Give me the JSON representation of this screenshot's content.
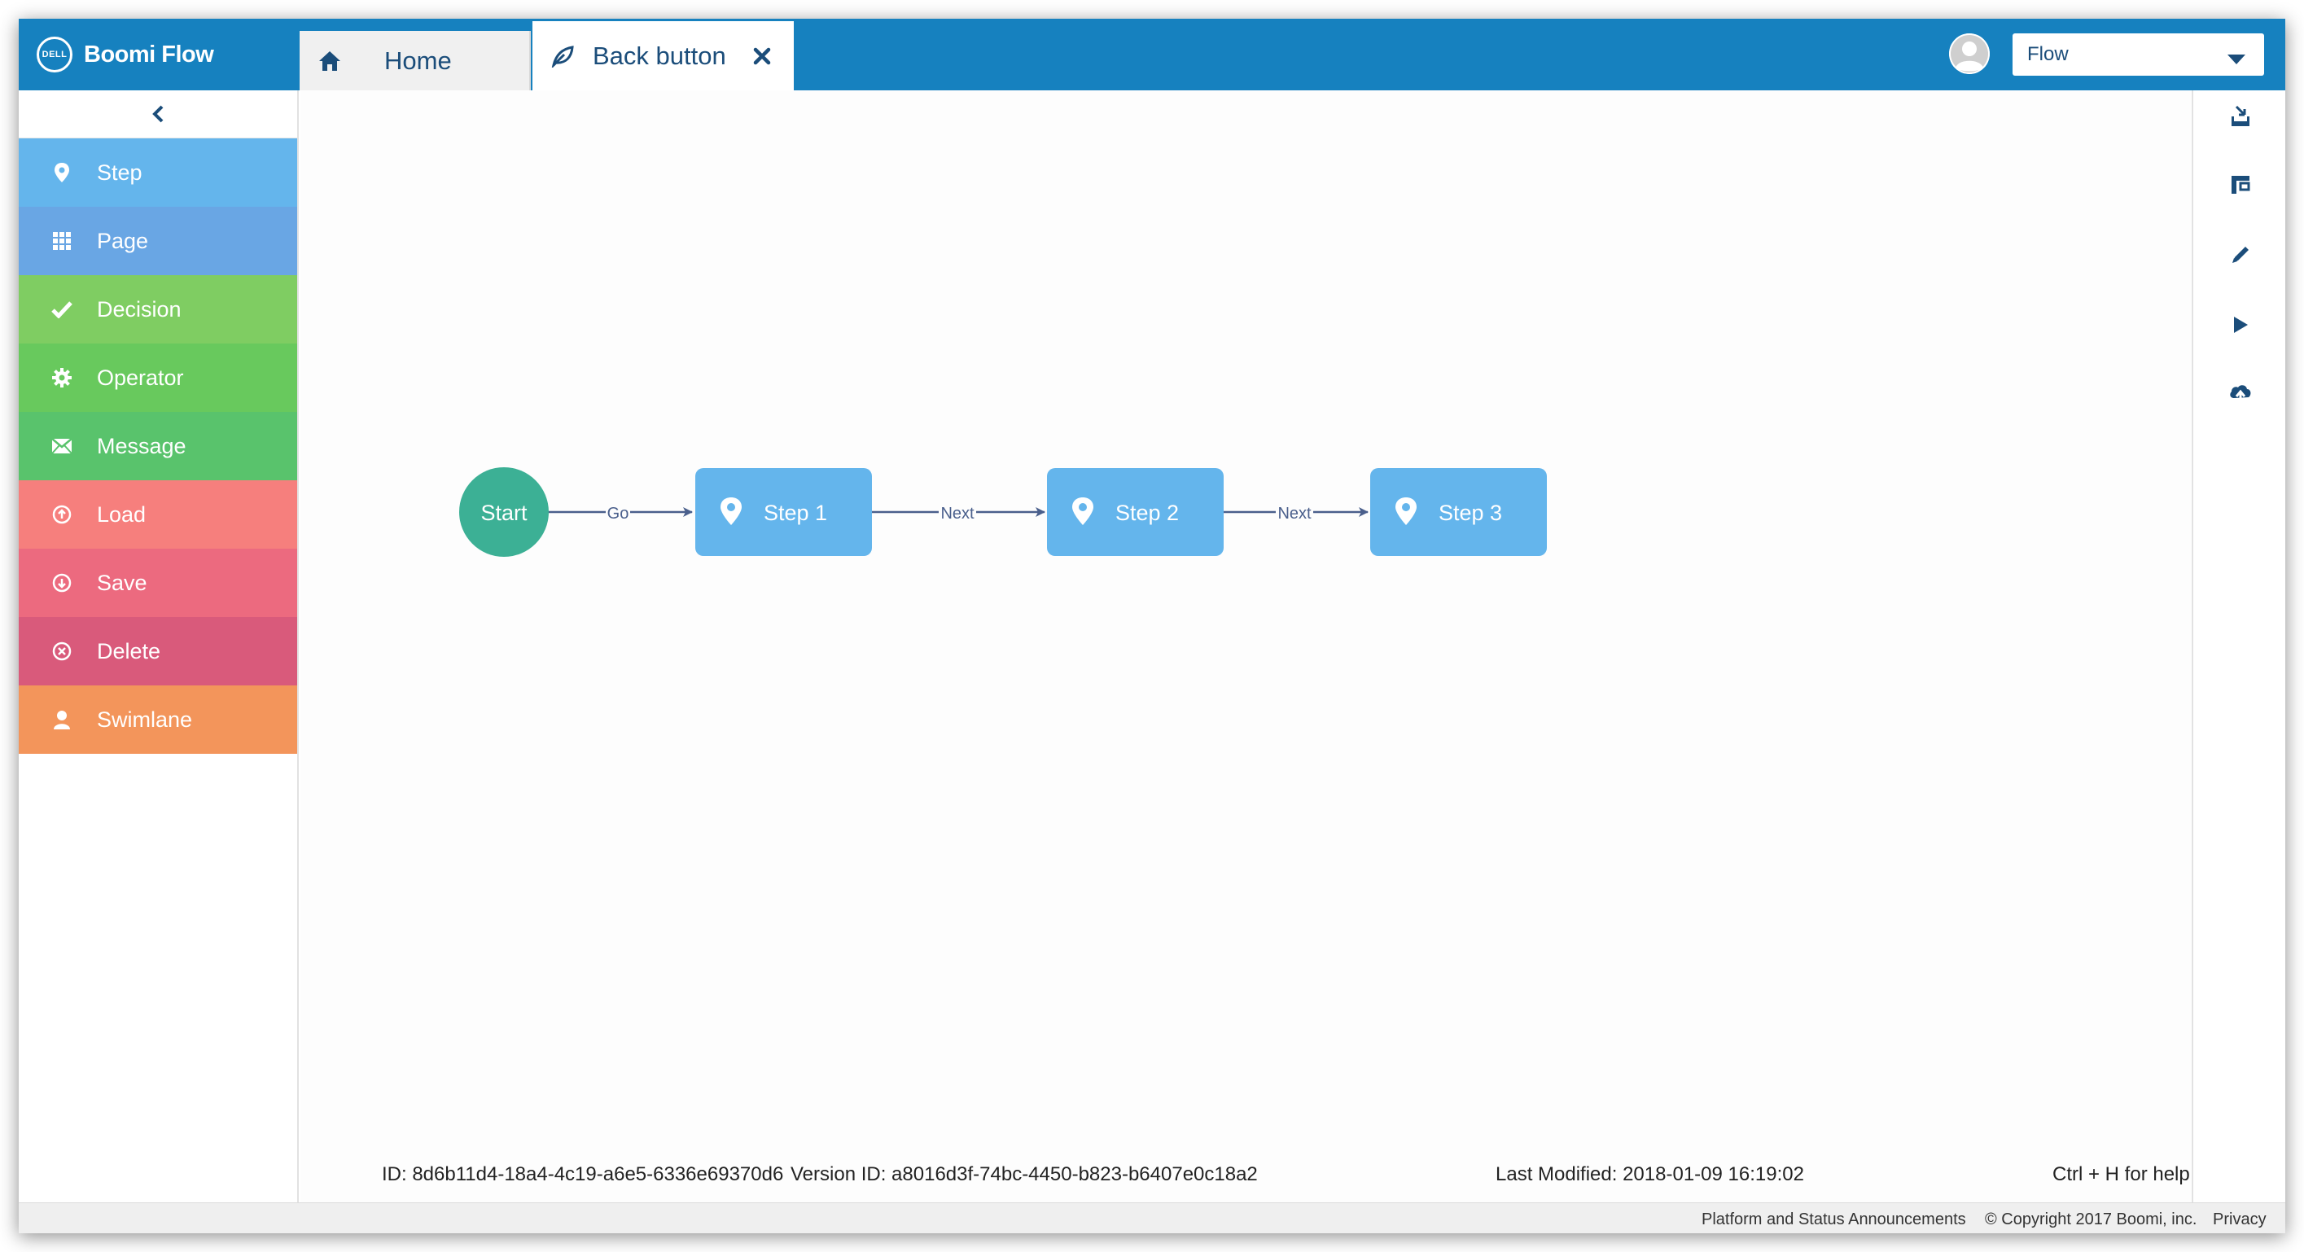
{
  "app": {
    "brand_badge": "DELL",
    "brand_name": "Boomi Flow"
  },
  "tabs": [
    {
      "label": "Home",
      "icon": "home-icon"
    },
    {
      "label": "Back button",
      "icon": "leaf-icon",
      "close_icon": "close-icon"
    }
  ],
  "flow_select": {
    "value": "Flow"
  },
  "sidebar": {
    "items": [
      {
        "label": "Step",
        "icon": "map-marker-icon",
        "color": "#64b5ec"
      },
      {
        "label": "Page",
        "icon": "grid-icon",
        "color": "#69a6e4"
      },
      {
        "label": "Decision",
        "icon": "check-icon",
        "color": "#7fcd62"
      },
      {
        "label": "Operator",
        "icon": "gear-icon",
        "color": "#68c95d"
      },
      {
        "label": "Message",
        "icon": "envelope-icon",
        "color": "#59c36c"
      },
      {
        "label": "Load",
        "icon": "circle-arrow-up-icon",
        "color": "#f67f7d"
      },
      {
        "label": "Save",
        "icon": "circle-arrow-down-icon",
        "color": "#ec6a7f"
      },
      {
        "label": "Delete",
        "icon": "circle-x-icon",
        "color": "#d95a7b"
      },
      {
        "label": "Swimlane",
        "icon": "user-icon",
        "color": "#f3955b"
      }
    ]
  },
  "diagram": {
    "start_label": "Start",
    "start_color": "#3cb095",
    "step_color": "#64b5ec",
    "edge_color": "#4a5f8c",
    "steps": [
      {
        "label": "Step 1",
        "icon": "map-marker-icon"
      },
      {
        "label": "Step 2",
        "icon": "map-marker-icon"
      },
      {
        "label": "Step 3",
        "icon": "map-marker-icon"
      }
    ],
    "edges": [
      "Go",
      "Next",
      "Next"
    ]
  },
  "meta": {
    "id": "ID: 8d6b11d4-18a4-4c19-a6e5-6336e69370d6",
    "version": "Version ID: a8016d3f-74bc-4450-b823-b6407e0c18a2",
    "modified": "Last Modified: 2018-01-09 16:19:02",
    "help": "Ctrl + H for help"
  },
  "right_toolbar": [
    "import-icon",
    "layout-icon",
    "edit-icon",
    "run-icon",
    "publish-icon"
  ],
  "footer": {
    "announcements": "Platform and Status Announcements",
    "copyright": "© Copyright 2017 Boomi, inc.",
    "privacy": "Privacy"
  },
  "colors": {
    "header": "#1681bf",
    "tab_text": "#1b4d7a"
  }
}
